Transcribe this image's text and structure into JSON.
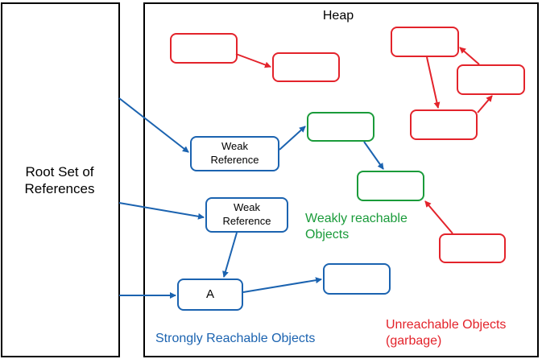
{
  "root_panel": {
    "label": "Root Set of\nReferences"
  },
  "heap": {
    "title": "Heap",
    "weak_ref_1": "Weak\nReference",
    "weak_ref_2": "Weak\nReference",
    "object_a": "A",
    "weakly_reachable_label": "Weakly reachable\nObjects",
    "strongly_reachable_label": "Strongly Reachable Objects",
    "unreachable_label": "Unreachable Objects\n(garbage)"
  },
  "colors": {
    "strong": "#1b63b0",
    "weak": "#1a9b3a",
    "unreachable": "#e3232b",
    "border": "#000000"
  }
}
